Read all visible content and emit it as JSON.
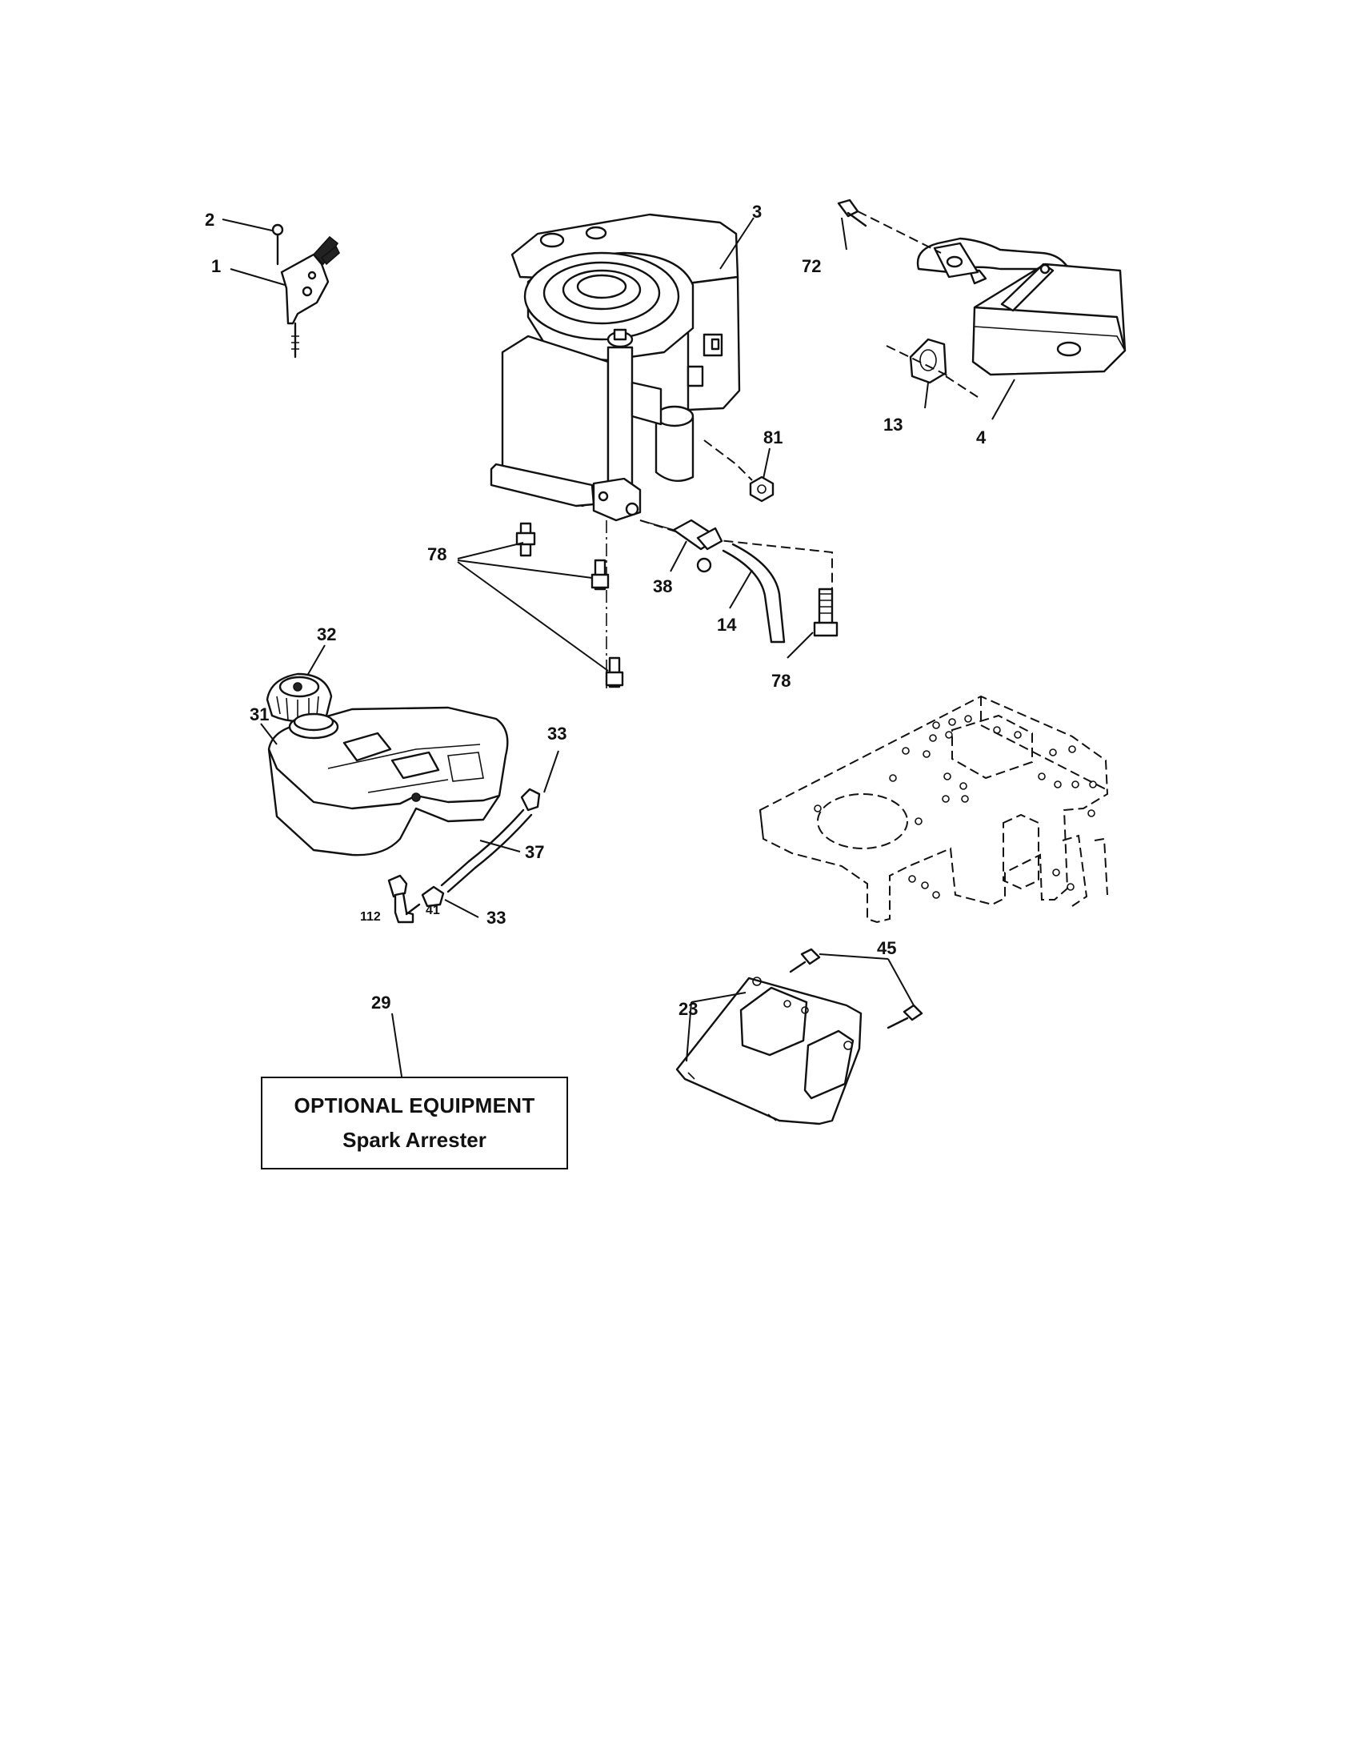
{
  "callouts": {
    "p1": "1",
    "p2": "2",
    "p3": "3",
    "p4": "4",
    "p13": "13",
    "p14": "14",
    "p23": "23",
    "p29": "29",
    "p31": "31",
    "p32": "32",
    "p33a": "33",
    "p33b": "33",
    "p37": "37",
    "p38": "38",
    "p41": "41",
    "p45": "45",
    "p72": "72",
    "p78a": "78",
    "p78b": "78",
    "p81": "81",
    "p112": "112"
  },
  "optional_equipment": {
    "title": "OPTIONAL EQUIPMENT",
    "item": "Spark Arrester"
  }
}
